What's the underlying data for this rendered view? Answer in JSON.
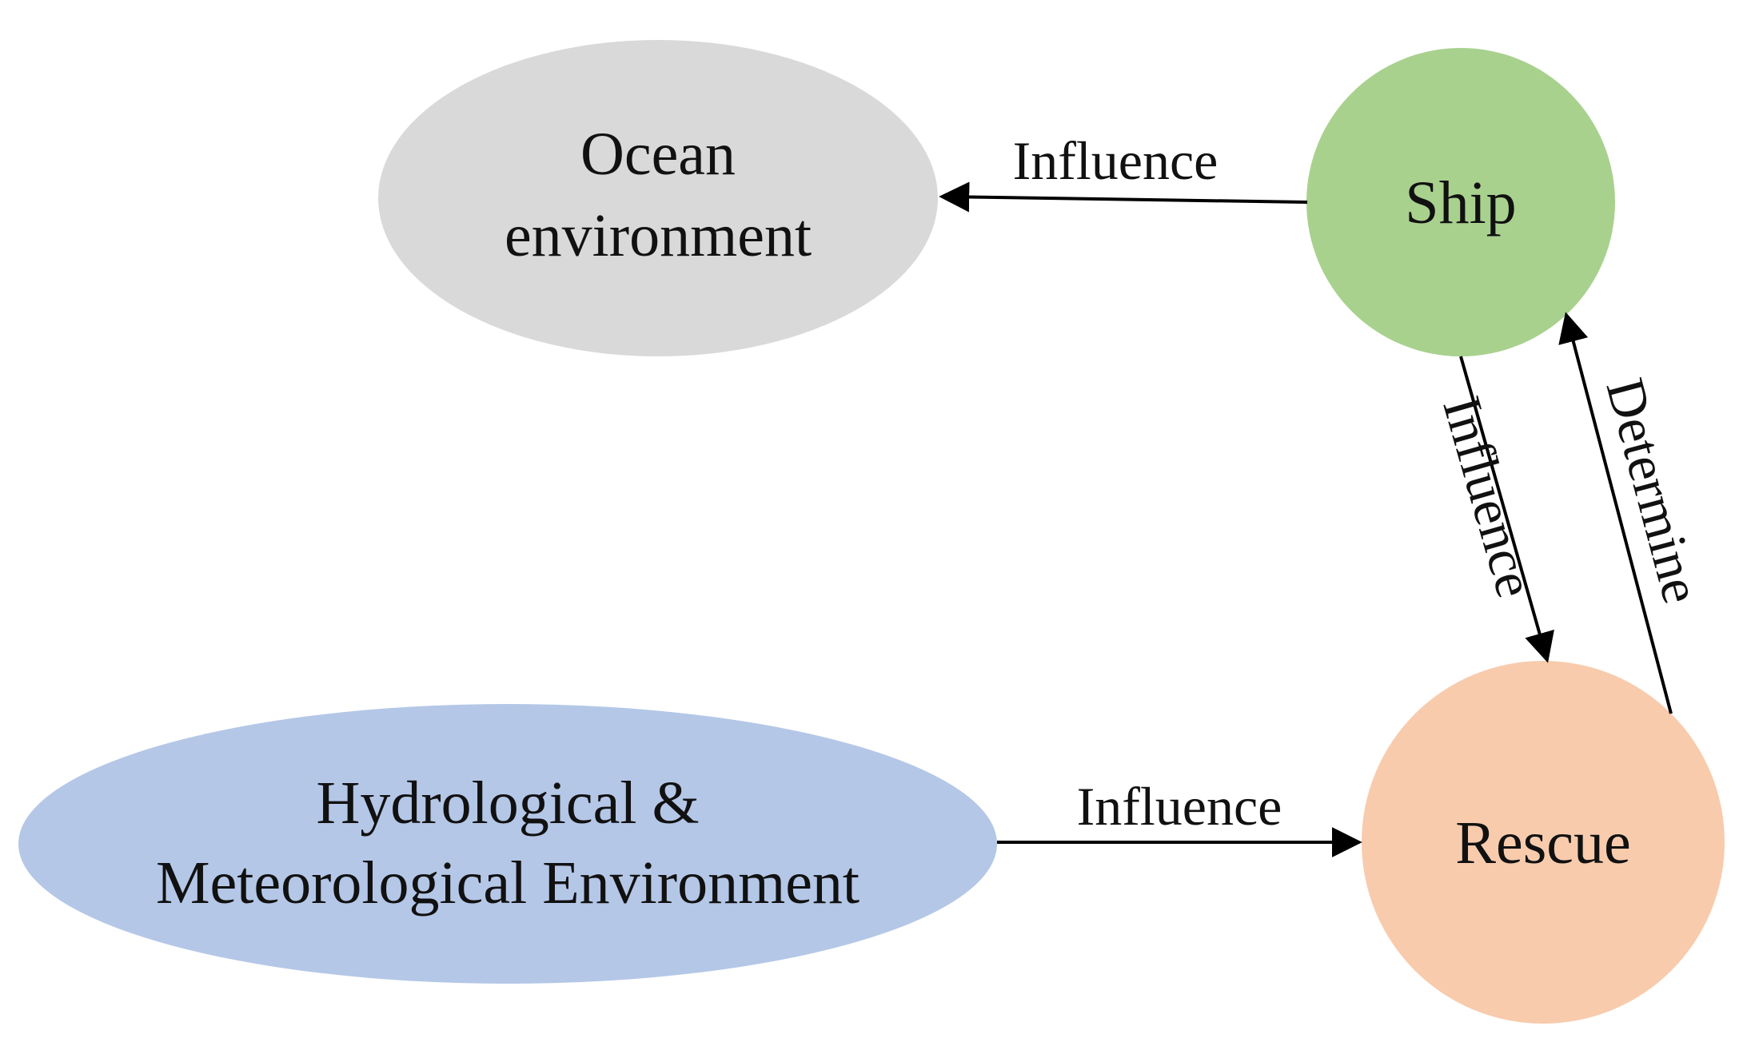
{
  "nodes": {
    "ocean": {
      "label_line1": "Ocean",
      "label_line2": "environment",
      "fill": "#d9d9d9"
    },
    "ship": {
      "label": "Ship",
      "fill": "#a9d18e"
    },
    "hydro": {
      "label_line1": "Hydrological &",
      "label_line2": "Meteorological Environment",
      "fill": "#b4c7e7"
    },
    "rescue": {
      "label": "Rescue",
      "fill": "#f8cbad"
    }
  },
  "edges": {
    "ship_to_ocean": {
      "label": "Influence"
    },
    "ship_to_rescue": {
      "label": "Influence"
    },
    "rescue_to_ship": {
      "label": "Determine"
    },
    "hydro_to_rescue": {
      "label": "Influence"
    }
  }
}
